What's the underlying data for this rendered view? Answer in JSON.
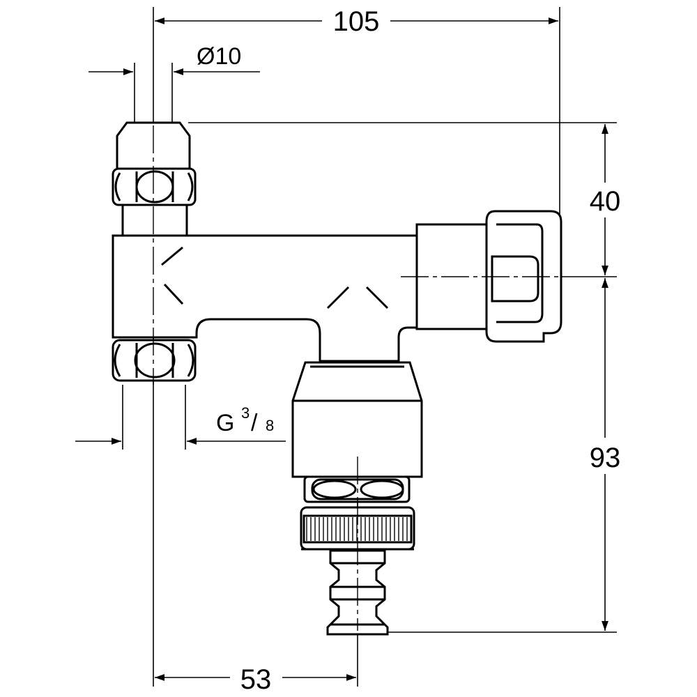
{
  "dimensions": {
    "total_width": "105",
    "pipe_diameter": "Ø10",
    "top_height": "40",
    "bottom_height": "93",
    "outlet_offset": "53",
    "thread_prefix": "G",
    "thread_numerator": "3",
    "thread_slash": "/",
    "thread_denominator": "8"
  }
}
